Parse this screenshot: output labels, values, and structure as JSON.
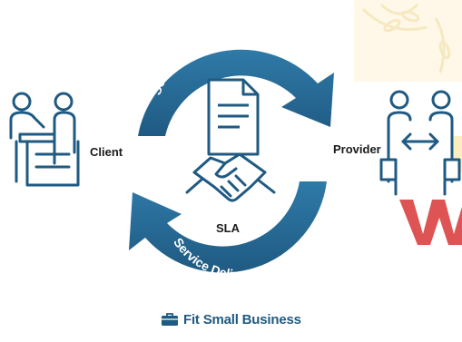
{
  "diagram": {
    "top_arc_label": "Service Requirements",
    "bottom_arc_label": "Service Delivery",
    "center_label": "SLA",
    "left_label": "Client",
    "right_label": "Provider"
  },
  "footer": {
    "brand_name": "Fit Small Business"
  },
  "colors": {
    "arrow_dark": "#1f5a82",
    "arrow_light": "#2f7aa8",
    "icon_stroke": "#1f5a82",
    "label_text": "#1a1a1a",
    "watermark_red": "#cc1f1f",
    "watermark_gold": "#e8c04a",
    "watermark_wreath": "#e8d08a"
  }
}
